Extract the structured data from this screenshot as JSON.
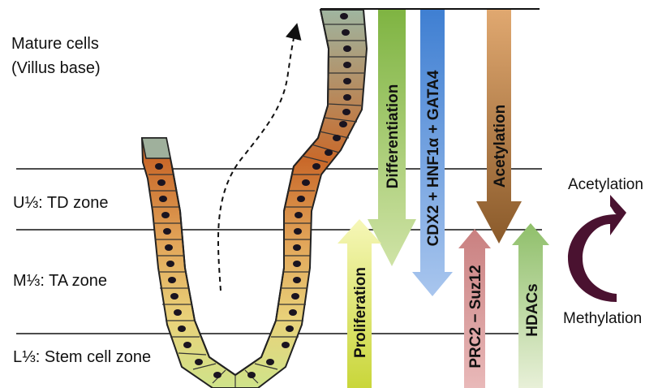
{
  "zones": {
    "mature": {
      "line1": "Mature cells",
      "line2": "(Villus base)"
    },
    "upper": "U⅓: TD zone",
    "middle": "M⅓: TA zone",
    "lower": "L⅓: Stem cell zone"
  },
  "gradient_arrows": {
    "differentiation": {
      "label": "Differentiation",
      "direction": "down",
      "color": "#8fbf4f"
    },
    "transcription_factors": {
      "label": "CDX2 + HNF1α + GATA4",
      "direction": "down",
      "color": "#5b8fd6"
    },
    "acetylation": {
      "label": "Acetylation",
      "direction": "down",
      "color": "#b07d45"
    },
    "proliferation": {
      "label": "Proliferation",
      "direction": "up",
      "color": "#e2e86c"
    },
    "prc2": {
      "label": "PRC2 − Suz12",
      "direction": "up",
      "color": "#d99a9a"
    },
    "hdacs": {
      "label": "HDACs",
      "direction": "up",
      "color": "#9cc27a"
    }
  },
  "cycle": {
    "top_label": "Acetylation",
    "bottom_label": "Methylation",
    "color": "#4a1230"
  },
  "crypt": {
    "icon": "crypt-villus-epithelium-icon",
    "migration_icon": "dashed-migration-arrow-icon"
  }
}
